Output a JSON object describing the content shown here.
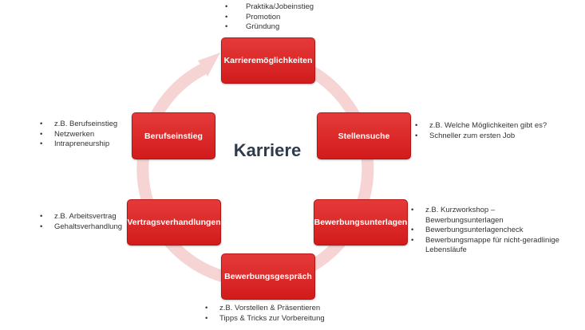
{
  "title": "Karriere",
  "accent_color": "#d62424",
  "ring_color": "#f6d4d4",
  "stages": [
    {
      "id": "karrieremoeglichkeiten",
      "label": "Karrieremöglichkeiten",
      "notes": [
        "Praktika/Jobeinstieg",
        "Promotion",
        "Gründung"
      ]
    },
    {
      "id": "stellensuche",
      "label": "Stellensuche",
      "notes": [
        "z.B. Welche Möglichkeiten gibt es?",
        "Schneller zum ersten Job"
      ]
    },
    {
      "id": "bewerbungsunterlagen",
      "label": "Bewerbungsunterlagen",
      "notes": [
        "z.B. Kurzworkshop – Bewerbungsunterlagen",
        "Bewerbungsunterlagencheck",
        "Bewerbungsmappe für nicht-geradlinige Lebensläufe"
      ]
    },
    {
      "id": "bewerbungsgespraech",
      "label": "Bewerbungsgespräch",
      "notes": [
        "z.B. Vorstellen & Präsentieren",
        "Tipps & Tricks zur Vorbereitung"
      ]
    },
    {
      "id": "vertragsverhandlungen",
      "label": "Vertragsverhandlungen",
      "notes": [
        "z.B. Arbeitsvertrag",
        "Gehaltsverhandlung"
      ]
    },
    {
      "id": "berufseinstieg",
      "label": "Berufseinstieg",
      "notes": [
        "z.B. Berufseinstieg",
        "Netzwerken",
        "Intrapreneurship"
      ]
    }
  ]
}
